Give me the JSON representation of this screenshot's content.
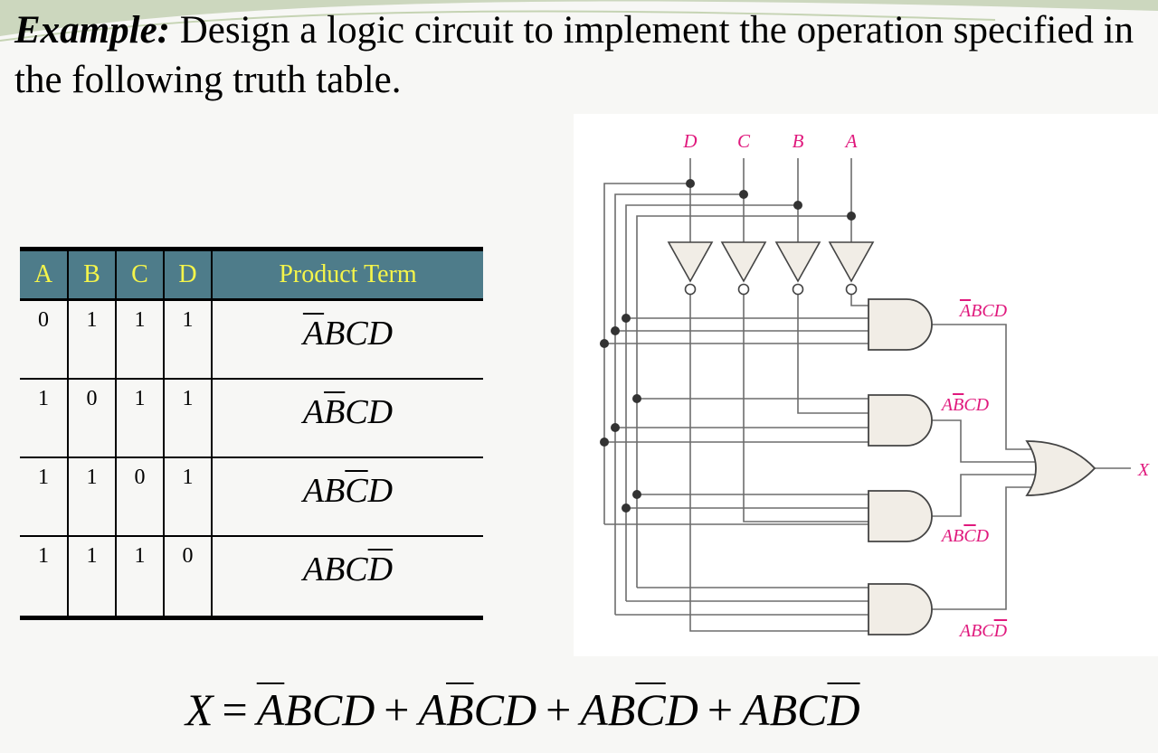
{
  "title": {
    "lead": "Example:",
    "text": "Design a logic circuit to implement the operation specified in the following truth table."
  },
  "truth_table": {
    "headers": [
      "A",
      "B",
      "C",
      "D",
      "Product Term"
    ],
    "rows": [
      {
        "bits": [
          "0",
          "1",
          "1",
          "1"
        ],
        "term": [
          {
            "t": "A",
            "bar": true
          },
          {
            "t": "BCD",
            "bar": false
          }
        ]
      },
      {
        "bits": [
          "1",
          "0",
          "1",
          "1"
        ],
        "term": [
          {
            "t": "A",
            "bar": false
          },
          {
            "t": "B",
            "bar": true
          },
          {
            "t": "CD",
            "bar": false
          }
        ]
      },
      {
        "bits": [
          "1",
          "1",
          "0",
          "1"
        ],
        "term": [
          {
            "t": "AB",
            "bar": false
          },
          {
            "t": "C",
            "bar": true
          },
          {
            "t": "D",
            "bar": false
          }
        ]
      },
      {
        "bits": [
          "1",
          "1",
          "1",
          "0"
        ],
        "term": [
          {
            "t": "ABC",
            "bar": false
          },
          {
            "t": "D",
            "bar": true
          }
        ]
      }
    ]
  },
  "circuit": {
    "inputs": [
      "D",
      "C",
      "B",
      "A"
    ],
    "input_color": "#e0197d",
    "gate_labels": [
      [
        {
          "t": "A",
          "bar": true
        },
        {
          "t": "BCD",
          "bar": false
        }
      ],
      [
        {
          "t": "A",
          "bar": false
        },
        {
          "t": "B",
          "bar": true
        },
        {
          "t": "CD",
          "bar": false
        }
      ],
      [
        {
          "t": "AB",
          "bar": false
        },
        {
          "t": "C",
          "bar": true
        },
        {
          "t": "D",
          "bar": false
        }
      ],
      [
        {
          "t": "ABC",
          "bar": false
        },
        {
          "t": "D",
          "bar": true
        }
      ]
    ],
    "output": "X",
    "gate_fill": "#f1ede6"
  },
  "equation": {
    "lhs": "X",
    "eq": "=",
    "plus": "+",
    "terms": [
      [
        {
          "t": "A",
          "bar": true
        },
        {
          "t": "BCD",
          "bar": false
        }
      ],
      [
        {
          "t": "A",
          "bar": false
        },
        {
          "t": "B",
          "bar": true
        },
        {
          "t": "CD",
          "bar": false
        }
      ],
      [
        {
          "t": "AB",
          "bar": false
        },
        {
          "t": "C",
          "bar": true
        },
        {
          "t": "D",
          "bar": false
        }
      ],
      [
        {
          "t": "ABC",
          "bar": false
        },
        {
          "t": "D",
          "bar": true
        }
      ]
    ]
  }
}
